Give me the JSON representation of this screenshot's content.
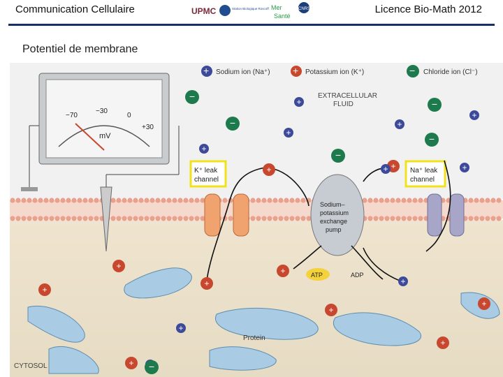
{
  "header": {
    "left_title": "Communication Cellulaire",
    "right_title": "Licence Bio-Math 2012",
    "logos": {
      "upmc": "UPMC",
      "station": "Station Biologique Roscoff",
      "mer": "Mer",
      "sante": "Santé",
      "cnrs": "CNRS"
    },
    "rule_color": "#1c2d6e"
  },
  "subtitle": "Potentiel de membrane",
  "diagram": {
    "legend": {
      "sodium": "Sodium ion (Na⁺)",
      "potassium": "Potassium ion (K⁺)",
      "chloride": "Chloride ion (Cl⁻)"
    },
    "regions": {
      "extracellular": [
        "EXTRACELLULAR",
        "FLUID"
      ],
      "cytosol": "CYTOSOL"
    },
    "voltmeter": {
      "ticks": [
        "−70",
        "−30",
        "0",
        "+30"
      ],
      "unit": "mV"
    },
    "k_channel": [
      "K⁺ leak",
      "channel"
    ],
    "na_channel": [
      "Na⁺ leak",
      "channel"
    ],
    "pump": [
      "Sodium–",
      "potassium",
      "exchange",
      "pump"
    ],
    "atp": "ATP",
    "adp": "ADP",
    "protein": "Protein",
    "colors": {
      "sodium": "#3d4a9a",
      "potassium": "#c8472f",
      "chloride": "#1d7a4c",
      "membrane": "#e9a08c",
      "k_channel": "#f0a36e",
      "na_channel": "#a8a6c8",
      "protein": "#a9cbe3",
      "highlight": "#f2e21b"
    }
  }
}
